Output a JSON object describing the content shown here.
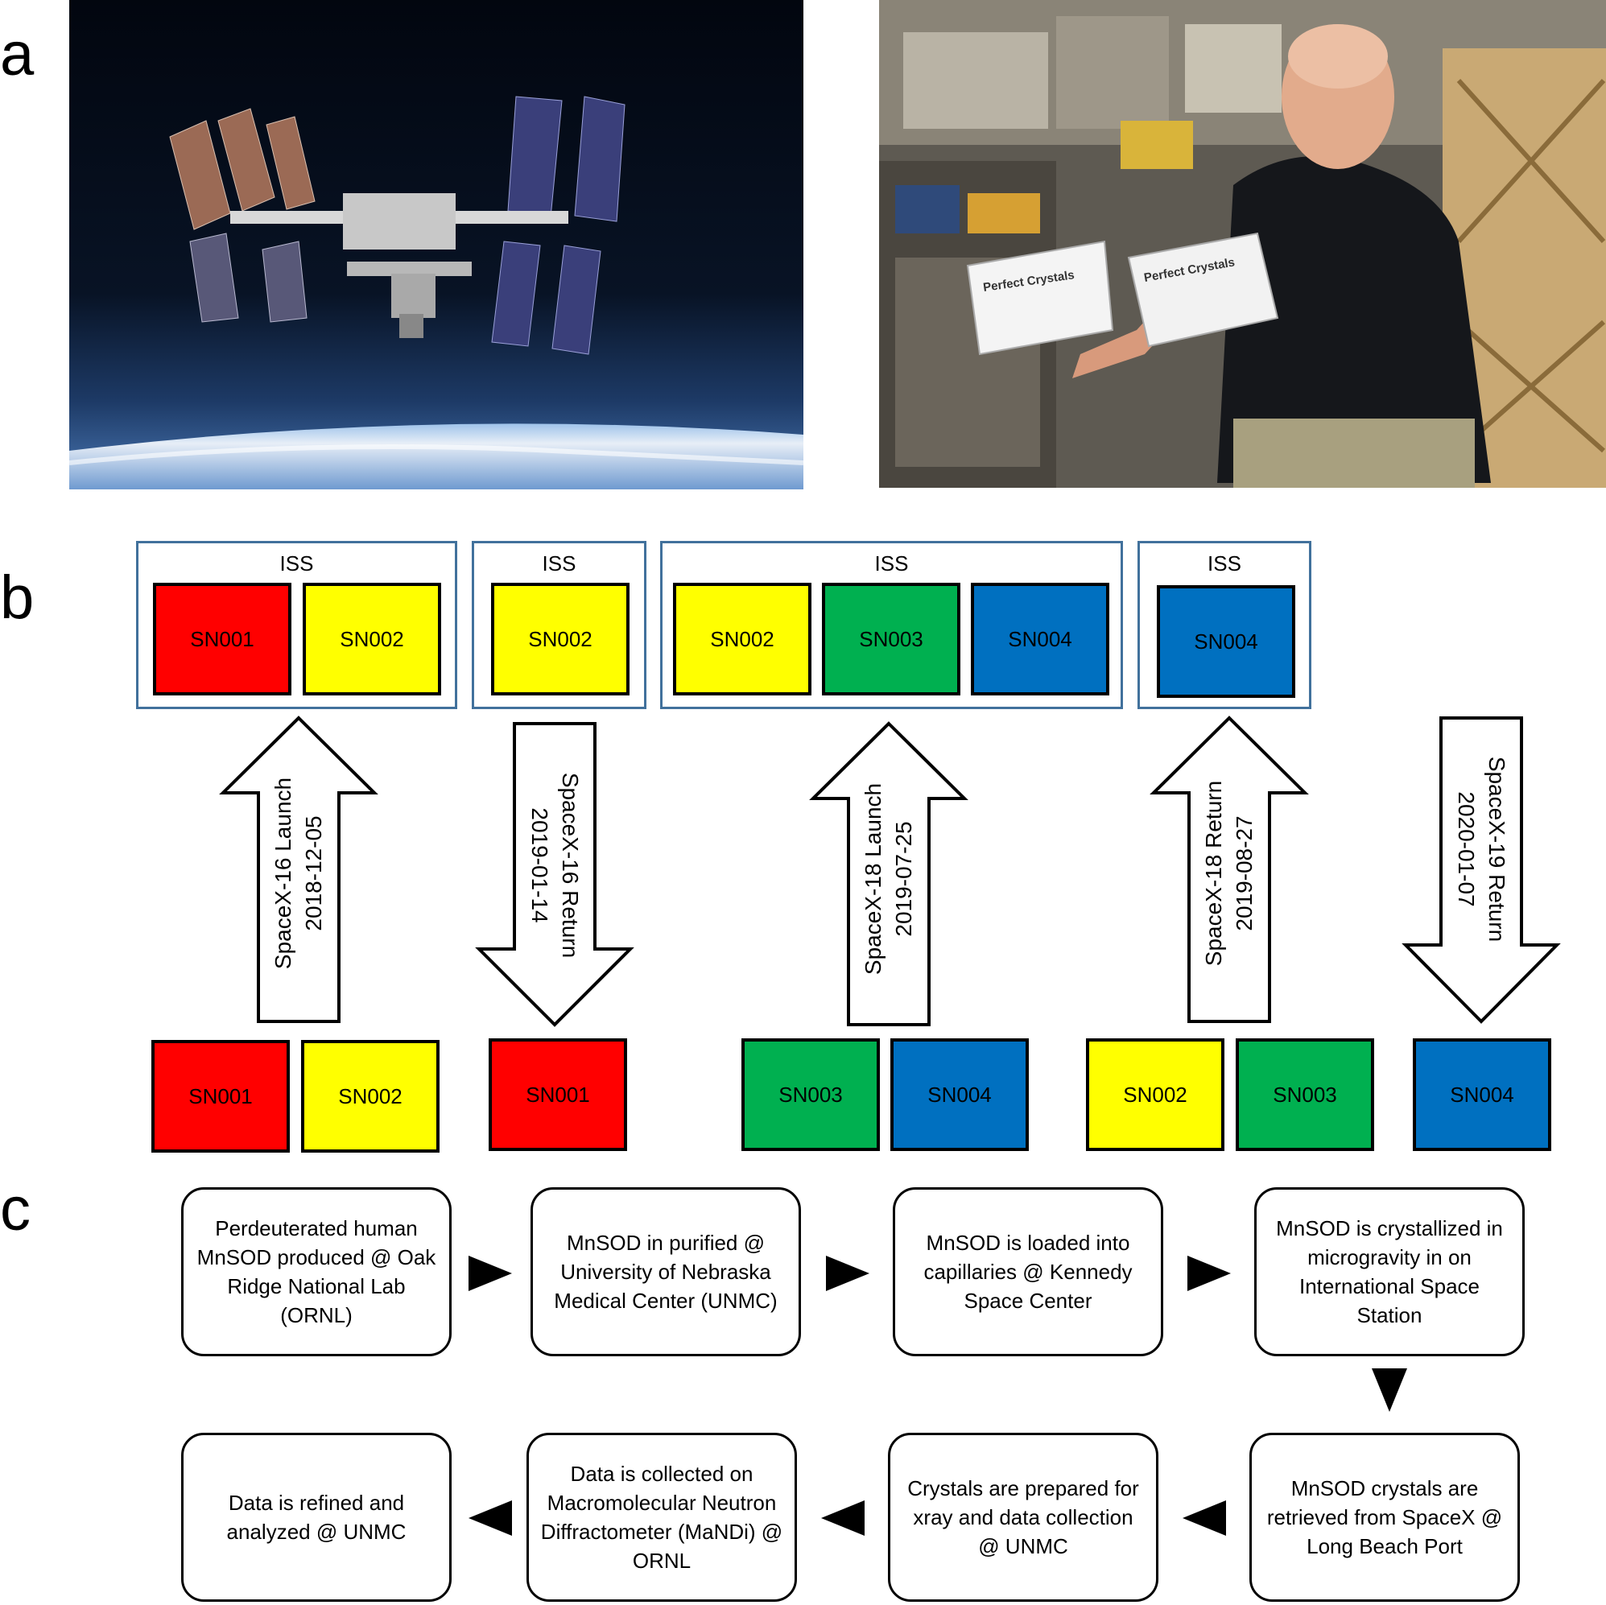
{
  "panels": {
    "a": "a",
    "b": "b",
    "c": "c"
  },
  "photos": [
    {
      "name": "iss-in-orbit-photo"
    },
    {
      "name": "astronaut-with-crystal-kits-photo",
      "kit_text": "Perfect Crystals"
    }
  ],
  "iss_label": "ISS",
  "iss_groups": [
    {
      "label": "ISS",
      "samples": [
        {
          "id": "SN001",
          "color": "#ff0000"
        },
        {
          "id": "SN002",
          "color": "#ffff00"
        }
      ]
    },
    {
      "label": "ISS",
      "samples": [
        {
          "id": "SN002",
          "color": "#ffff00"
        }
      ]
    },
    {
      "label": "ISS",
      "samples": [
        {
          "id": "SN002",
          "color": "#ffff00"
        },
        {
          "id": "SN003",
          "color": "#00b050"
        },
        {
          "id": "SN004",
          "color": "#0070c0"
        }
      ]
    },
    {
      "label": "ISS",
      "samples": [
        {
          "id": "SN004",
          "color": "#0070c0"
        }
      ]
    }
  ],
  "ground_groups": [
    {
      "samples": [
        {
          "id": "SN001",
          "color": "#ff0000"
        },
        {
          "id": "SN002",
          "color": "#ffff00"
        }
      ]
    },
    {
      "samples": [
        {
          "id": "SN001",
          "color": "#ff0000"
        }
      ]
    },
    {
      "samples": [
        {
          "id": "SN003",
          "color": "#00b050"
        },
        {
          "id": "SN004",
          "color": "#0070c0"
        }
      ]
    },
    {
      "samples": [
        {
          "id": "SN002",
          "color": "#ffff00"
        },
        {
          "id": "SN003",
          "color": "#00b050"
        }
      ]
    },
    {
      "samples": [
        {
          "id": "SN004",
          "color": "#0070c0"
        }
      ]
    }
  ],
  "transfers": [
    {
      "mission": "SpaceX-16 Launch",
      "date": "2018-12-05",
      "direction": "up"
    },
    {
      "mission": "SpaceX-16 Return",
      "date": "2019-01-14",
      "direction": "down"
    },
    {
      "mission": "SpaceX-18 Launch",
      "date": "2019-07-25",
      "direction": "up"
    },
    {
      "mission": "SpaceX-18 Return",
      "date": "2019-08-27",
      "direction": "up"
    },
    {
      "mission": "SpaceX-19 Return",
      "date": "2020-01-07",
      "direction": "down"
    }
  ],
  "workflow": {
    "row1": [
      "Perdeuterated human MnSOD produced @ Oak Ridge National Lab (ORNL)",
      "MnSOD in purified @ University of Nebraska Medical Center (UNMC)",
      "MnSOD is loaded into capillaries @ Kennedy Space Center",
      "MnSOD is crystallized in microgravity in on International Space Station"
    ],
    "row2": [
      "Data is refined and analyzed @ UNMC",
      "Data is collected on Macromolecular Neutron Diffractometer (MaNDi) @ ORNL",
      "Crystals are prepared for xray and data collection @ UNMC",
      "MnSOD crystals are retrieved from SpaceX @ Long Beach Port"
    ]
  }
}
